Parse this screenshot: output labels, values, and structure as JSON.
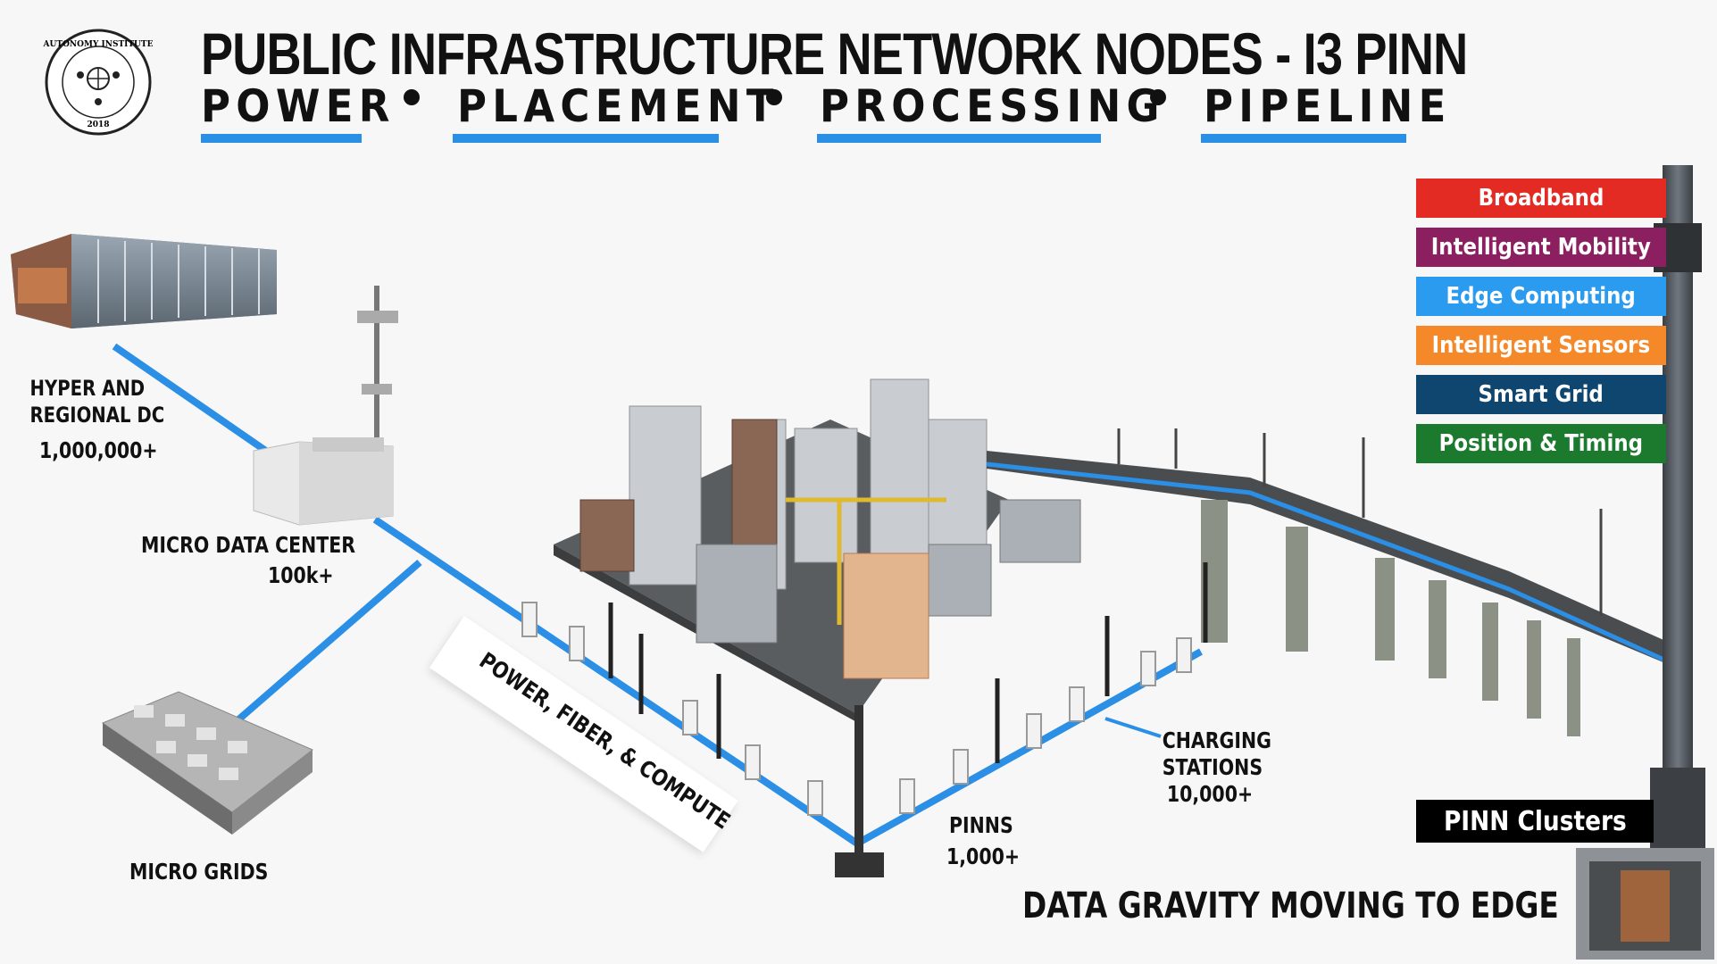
{
  "header": {
    "title": "PUBLIC INFRASTRUCTURE NETWORK NODES - I3 PINN",
    "pillars": [
      "POWER",
      "PLACEMENT",
      "PROCESSING",
      "PIPELINE"
    ]
  },
  "logo": {
    "top_text": "AUTONOMY INSTITUTE",
    "year": "2018"
  },
  "nodes": {
    "hyper_dc": {
      "line1": "HYPER AND",
      "line2": "REGIONAL DC",
      "count": "1,000,000+"
    },
    "micro_dc": {
      "label": "MICRO DATA CENTER",
      "count": "100k+"
    },
    "micro_grids": {
      "label": "MICRO GRIDS"
    },
    "pinns": {
      "label": "PINNS",
      "count": "1,000+"
    },
    "charging": {
      "line1": "CHARGING",
      "line2": "STATIONS",
      "count": "10,000+"
    }
  },
  "banner": "POWER, FIBER, & COMPUTE",
  "services": [
    {
      "label": "Broadband",
      "color": "#e32b24"
    },
    {
      "label": "Intelligent Mobility",
      "color": "#8b1f5f"
    },
    {
      "label": "Edge Computing",
      "color": "#2b9bf0"
    },
    {
      "label": "Intelligent Sensors",
      "color": "#f5892a"
    },
    {
      "label": "Smart Grid",
      "color": "#0f4670"
    },
    {
      "label": "Position & Timing",
      "color": "#1c7a2e"
    }
  ],
  "clusters_label": "PINN Clusters",
  "footer": "DATA GRAVITY MOVING TO EDGE",
  "colors": {
    "accent_blue": "#2b8fe6"
  }
}
